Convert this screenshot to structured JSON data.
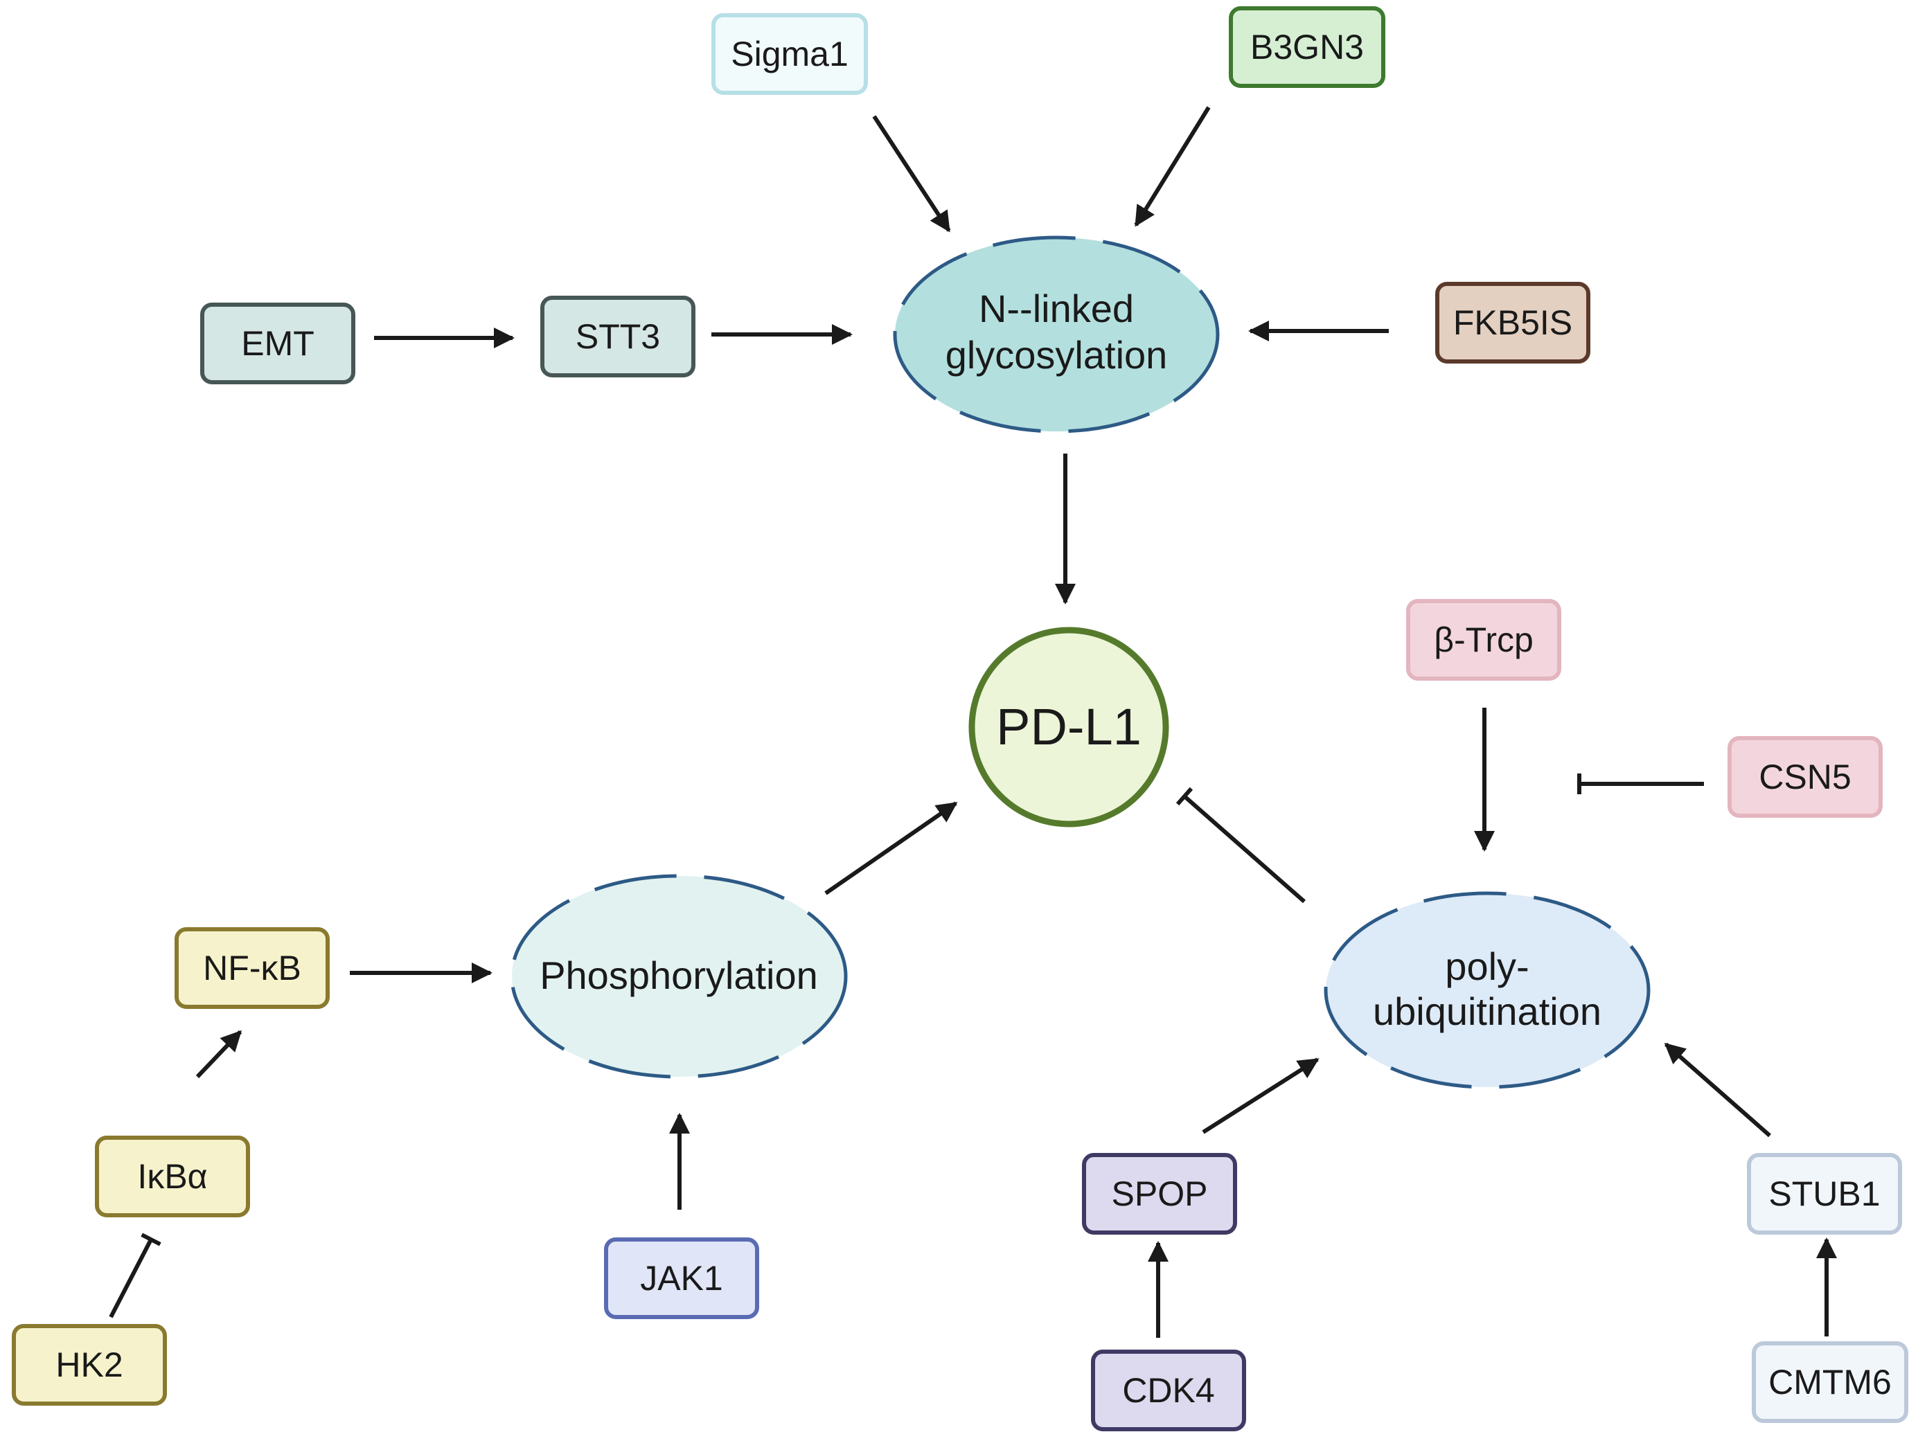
{
  "nodes": {
    "sigma1": {
      "label": "Sigma1",
      "fill": "#f1fbfb",
      "stroke": "#b7dfe6"
    },
    "b3gn3": {
      "label": "B3GN3",
      "fill": "#d6efd3",
      "stroke": "#3e7a2f"
    },
    "emt": {
      "label": "EMT",
      "fill": "#d5e7e4",
      "stroke": "#465755"
    },
    "stt3": {
      "label": "STT3",
      "fill": "#d5e7e4",
      "stroke": "#465755"
    },
    "fkb5is": {
      "label": "FKB5IS",
      "fill": "#e4d0c1",
      "stroke": "#5b3a2b"
    },
    "btrcp": {
      "label": "β-Trcp",
      "fill": "#f3d6dd",
      "stroke": "#e3b5bf"
    },
    "csn5": {
      "label": "CSN5",
      "fill": "#f3d6dd",
      "stroke": "#e3b5bf"
    },
    "nfkb": {
      "label": "NF-κB",
      "fill": "#f6f3cc",
      "stroke": "#8a7a2f"
    },
    "ikba": {
      "label": "IκBα",
      "fill": "#f6f3cc",
      "stroke": "#8a7a2f"
    },
    "hk2": {
      "label": "HK2",
      "fill": "#f6f3cc",
      "stroke": "#8a7a2f"
    },
    "jak1": {
      "label": "JAK1",
      "fill": "#e0e6f7",
      "stroke": "#5a6bb3"
    },
    "spop": {
      "label": "SPOP",
      "fill": "#ddd9ee",
      "stroke": "#3f3a64"
    },
    "cdk4": {
      "label": "CDK4",
      "fill": "#ddd9ee",
      "stroke": "#3f3a64"
    },
    "stub1": {
      "label": "STUB1",
      "fill": "#f1f6fb",
      "stroke": "#bcc9da"
    },
    "cmtm6": {
      "label": "CMTM6",
      "fill": "#f1f6fb",
      "stroke": "#bcc9da"
    }
  },
  "processes": {
    "glycosylation": {
      "line1": "N--linked",
      "line2": "glycosylation",
      "fill": "#b3e0de",
      "stroke": "#2d5a86"
    },
    "phosphorylation": {
      "line1": "Phosphorylation",
      "fill": "#e1f2f0",
      "stroke": "#2d5a86"
    },
    "ubiquitination": {
      "line1": "poly-",
      "line2": "ubiquitination",
      "fill": "#ddeaf8",
      "stroke": "#2d5a86"
    }
  },
  "center": {
    "label": "PD-L1",
    "fill": "#ecf5d8",
    "stroke": "#557a2c"
  },
  "edges": [
    {
      "from": "sigma1",
      "to": "glycosylation",
      "type": "activation"
    },
    {
      "from": "b3gn3",
      "to": "glycosylation",
      "type": "activation"
    },
    {
      "from": "emt",
      "to": "stt3",
      "type": "activation"
    },
    {
      "from": "stt3",
      "to": "glycosylation",
      "type": "activation"
    },
    {
      "from": "fkb5is",
      "to": "glycosylation",
      "type": "activation"
    },
    {
      "from": "glycosylation",
      "to": "pd-l1",
      "type": "activation"
    },
    {
      "from": "phosphorylation",
      "to": "pd-l1",
      "type": "activation"
    },
    {
      "from": "ubiquitination",
      "to": "pd-l1",
      "type": "inhibition"
    },
    {
      "from": "nfkb",
      "to": "phosphorylation",
      "type": "activation"
    },
    {
      "from": "ikba",
      "to": "nfkb",
      "type": "activation"
    },
    {
      "from": "hk2",
      "to": "ikba",
      "type": "inhibition"
    },
    {
      "from": "jak1",
      "to": "phosphorylation",
      "type": "activation"
    },
    {
      "from": "btrcp",
      "to": "ubiquitination",
      "type": "activation"
    },
    {
      "from": "csn5",
      "to": "ubiquitination",
      "type": "inhibition"
    },
    {
      "from": "spop",
      "to": "ubiquitination",
      "type": "activation"
    },
    {
      "from": "cdk4",
      "to": "spop",
      "type": "activation"
    },
    {
      "from": "stub1",
      "to": "ubiquitination",
      "type": "activation"
    },
    {
      "from": "cmtm6",
      "to": "stub1",
      "type": "activation"
    }
  ]
}
